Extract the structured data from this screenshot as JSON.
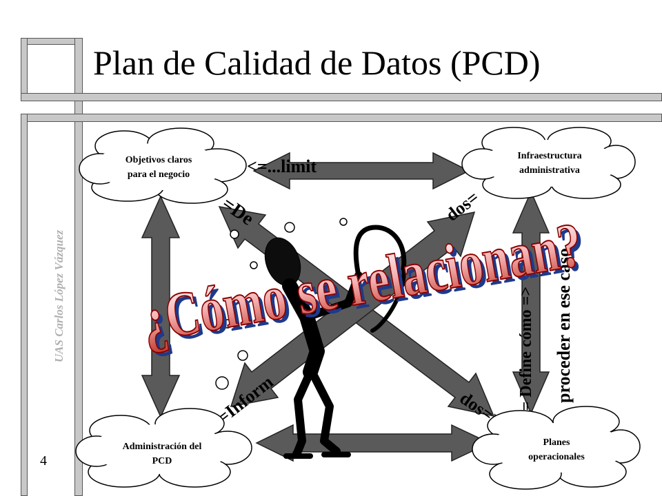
{
  "slide": {
    "title": "Plan de Calidad de Datos (PCD)",
    "author": "UAS Carlos López Vázquez",
    "page_number": "4"
  },
  "nodes": {
    "objectives": {
      "line1": "Objetivos claros",
      "line2": "para el negocio"
    },
    "infrastructure": {
      "line1": "Infraestructura",
      "line2": "administrativa"
    },
    "administration": {
      "line1": "Administración del",
      "line2": "PCD"
    },
    "plans": {
      "line1": "Planes",
      "line2": "operacionales"
    }
  },
  "edge_labels": {
    "top_fragment": "<=...limit",
    "diag_top_left_fragment": "=De",
    "diag_top_right_fragment": "dos=",
    "diag_bottom_left_fragment": "<=Inform",
    "diag_bottom_right_fragment": "dos=>",
    "right_vertical_fragment": "<= Define cómo =>",
    "right_vertical_text": "proceder en ese caso"
  },
  "overlay": {
    "question": "¿Cómo se relacionan?"
  },
  "colors": {
    "arrow_fill": "#5a5a5a",
    "cloud_fill": "#ffffff",
    "frame_gray": "#c8c8c8",
    "wordart_red": "#b22222",
    "wordart_blue": "#1e3a8a"
  }
}
